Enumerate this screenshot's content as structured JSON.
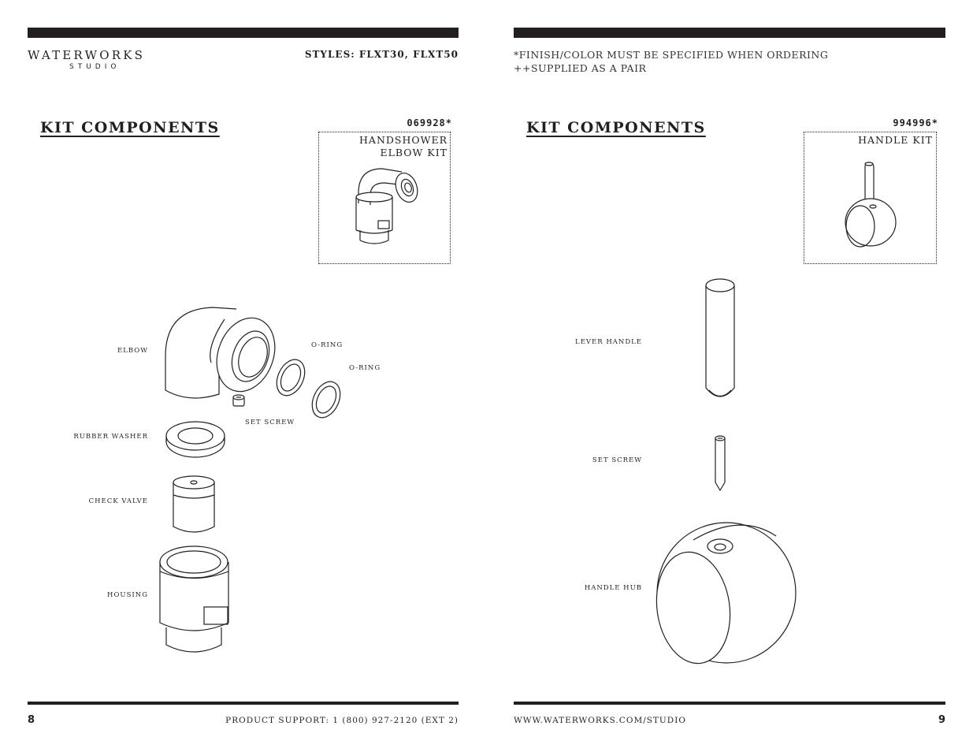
{
  "left_page": {
    "logo": {
      "name": "WATERWORKS",
      "sub": "STUDIO"
    },
    "styles": "STYLES: FLXT30, FLXT50",
    "section_title": "KIT COMPONENTS",
    "kit": {
      "part_number": "069928*",
      "label_line1": "HANDSHOWER",
      "label_line2": "ELBOW KIT"
    },
    "parts": {
      "elbow": "ELBOW",
      "o_ring_1": "O-RING",
      "o_ring_2": "O-RING",
      "set_screw": "SET SCREW",
      "rubber_washer": "RUBBER WASHER",
      "check_valve": "CHECK VALVE",
      "housing": "HOUSING"
    },
    "page_number": "8",
    "footer": "PRODUCT SUPPORT: 1 (800) 927-2120 (EXT 2)"
  },
  "right_page": {
    "note_line1": "*FINISH/COLOR MUST BE SPECIFIED WHEN ORDERING",
    "note_line2": "++SUPPLIED AS A PAIR",
    "section_title": "KIT COMPONENTS",
    "kit": {
      "part_number": "994996*",
      "label": "HANDLE KIT"
    },
    "parts": {
      "lever_handle": "LEVER HANDLE",
      "set_screw": "SET SCREW",
      "handle_hub": "HANDLE HUB"
    },
    "page_number": "9",
    "footer": "WWW.WATERWORKS.COM/STUDIO"
  },
  "colors": {
    "ink": "#231f20",
    "background": "#ffffff"
  }
}
